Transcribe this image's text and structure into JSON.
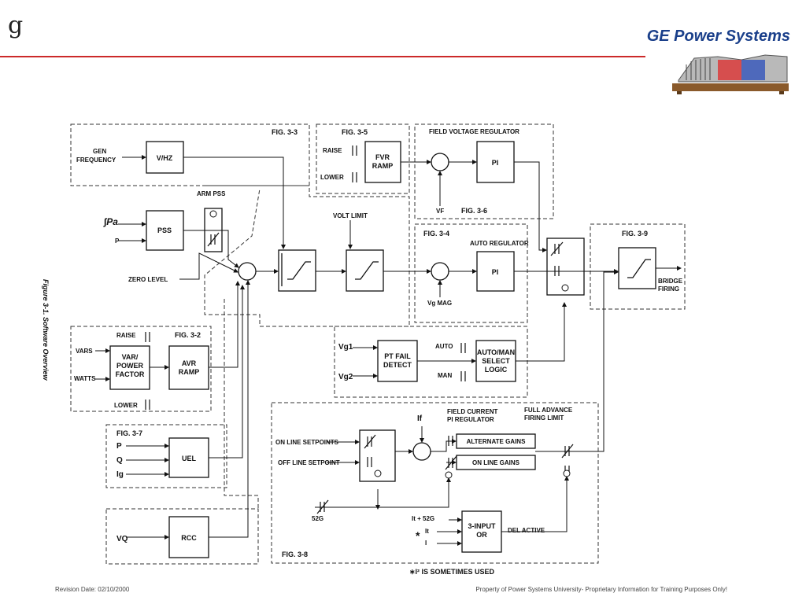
{
  "header": {
    "logo": "g",
    "company": "GE  Power Systems"
  },
  "footer": {
    "revision": "Revision Date: 02/10/2000",
    "property": "Property of Power Systems University- Proprietary Information for Training Purposes Only!"
  },
  "colors": {
    "company_blue": "#1a3f8a",
    "header_rule_red": "#cc2a2a"
  },
  "diagram": {
    "caption": "Figure 3-1.  Software Overview",
    "fig_labels": {
      "f33": "FIG. 3-3",
      "f35": "FIG. 3-5",
      "f36": "FIG. 3-6",
      "f34": "FIG. 3-4",
      "f39": "FIG. 3-9",
      "f32": "FIG. 3-2",
      "f37": "FIG. 3-7",
      "f38": "FIG. 3-8"
    },
    "blocks": {
      "vhz": "V/HZ",
      "pss": "PSS",
      "fvr_ramp_1": "FVR",
      "fvr_ramp_2": "RAMP",
      "pi_field": "PI",
      "pi_auto": "PI",
      "var_pf_1": "VAR/",
      "var_pf_2": "POWER",
      "var_pf_3": "FACTOR",
      "avr_ramp_1": "AVR",
      "avr_ramp_2": "RAMP",
      "ptfail_1": "PT FAIL",
      "ptfail_2": "DETECT",
      "automan_1": "AUTO/MAN",
      "automan_2": "SELECT",
      "automan_3": "LOGIC",
      "uel": "UEL",
      "rcc": "RCC",
      "alt_gains": "ALTERNATE GAINS",
      "online_gains": "ON LINE GAINS",
      "three_input_1": "3-INPUT",
      "three_input_2": "OR"
    },
    "labels": {
      "gen_freq_1": "GEN",
      "gen_freq_2": "FREQUENCY",
      "arm_pss": "ARM PSS",
      "integral_pa": "∫Pa",
      "p": "P",
      "zero_level": "ZERO LEVEL",
      "volt_limit": "VOLT LIMIT",
      "raise": "RAISE",
      "lower": "LOWER",
      "field_voltage_regulator": "FIELD VOLTAGE REGULATOR",
      "vf": "VF",
      "auto_regulator": "AUTO REGULATOR",
      "vg_mag": "Vg MAG",
      "bridge_1": "BRIDGE",
      "bridge_2": "FIRING",
      "vars": "VARS",
      "watts": "WATTS",
      "raise2": "RAISE",
      "lower2": "LOWER",
      "vg1": "Vg1",
      "vg2": "Vg2",
      "auto": "AUTO",
      "man": "MAN",
      "p2": "P",
      "q": "Q",
      "ig": "Ig",
      "vq": "VQ",
      "if": "If",
      "field_current_1": "FIELD CURRENT",
      "field_current_2": "PI REGULATOR",
      "full_advance_1": "FULL ADVANCE",
      "full_advance_2": "FIRING LIMIT",
      "online_setpoints": "ON LINE SETPOINTS",
      "offline_setpoint": "OFF LINE SETPOINT",
      "g52": "52G",
      "or_in1": "It + 52G",
      "or_in2": "It",
      "or_in3": "I",
      "star": "*",
      "del_active": "DEL ACTIVE",
      "sometimes_used": "∗I² IS SOMETIMES USED"
    }
  }
}
